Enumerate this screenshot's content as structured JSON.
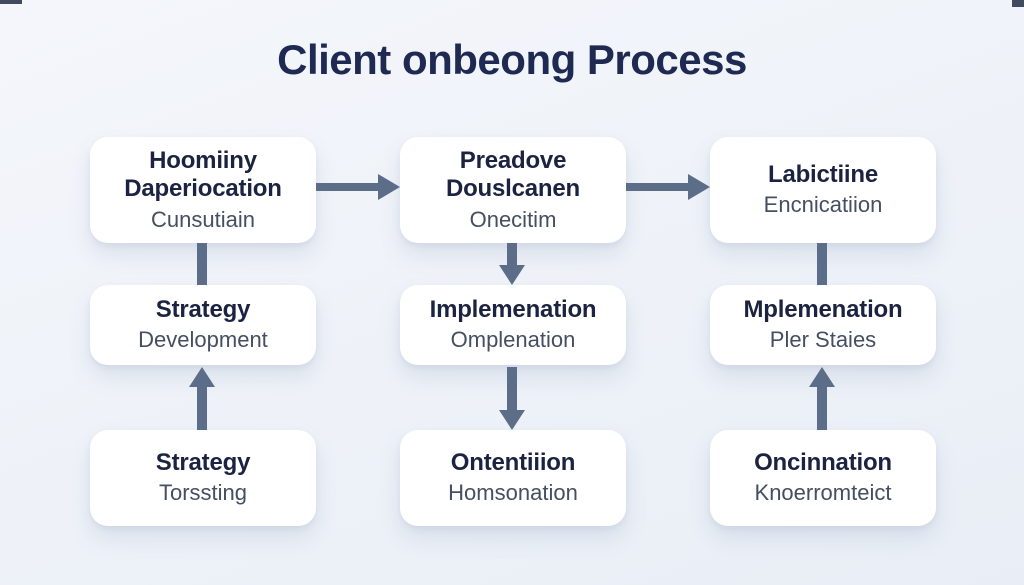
{
  "title": "Client onbeong Process",
  "colors": {
    "background": "#eef2f8",
    "box": "#ffffff",
    "title_text": "#1e2a52",
    "heading_text": "#1b2340",
    "subtitle_text": "#454f61",
    "arrow": "#5b6d89"
  },
  "nodes": {
    "top_left": {
      "heading": "Hoomiiny Daperiocation",
      "subtitle": "Cunsutiain"
    },
    "top_center": {
      "heading": "Preadove Douslcanen",
      "subtitle": "Onecitim"
    },
    "top_right": {
      "heading": "Labictiine",
      "subtitle": "Encnicatiion"
    },
    "mid_left": {
      "heading": "Strategy",
      "subtitle": "Development"
    },
    "mid_center": {
      "heading": "Implemenation",
      "subtitle": "Omplenation"
    },
    "mid_right": {
      "heading": "Mplemenation",
      "subtitle": "Pler Staies"
    },
    "bottom_left": {
      "heading": "Strategy",
      "subtitle": "Torssting"
    },
    "bottom_center": {
      "heading": "Ontentiiion",
      "subtitle": "Homsonation"
    },
    "bottom_right": {
      "heading": "Oncinnation",
      "subtitle": "Knoerromteict"
    }
  },
  "connectors": [
    {
      "from": "top_left",
      "to": "top_center",
      "direction": "right",
      "style": "arrow"
    },
    {
      "from": "top_center",
      "to": "top_right",
      "direction": "right",
      "style": "arrow"
    },
    {
      "from": "top_left",
      "to": "mid_left",
      "direction": "down",
      "style": "line"
    },
    {
      "from": "bottom_left",
      "to": "mid_left",
      "direction": "up",
      "style": "arrow"
    },
    {
      "from": "top_center",
      "to": "mid_center",
      "direction": "down",
      "style": "arrow"
    },
    {
      "from": "mid_center",
      "to": "bottom_center",
      "direction": "down",
      "style": "arrow"
    },
    {
      "from": "top_right",
      "to": "mid_right",
      "direction": "down",
      "style": "line"
    },
    {
      "from": "bottom_right",
      "to": "mid_right",
      "direction": "up",
      "style": "arrow"
    }
  ]
}
